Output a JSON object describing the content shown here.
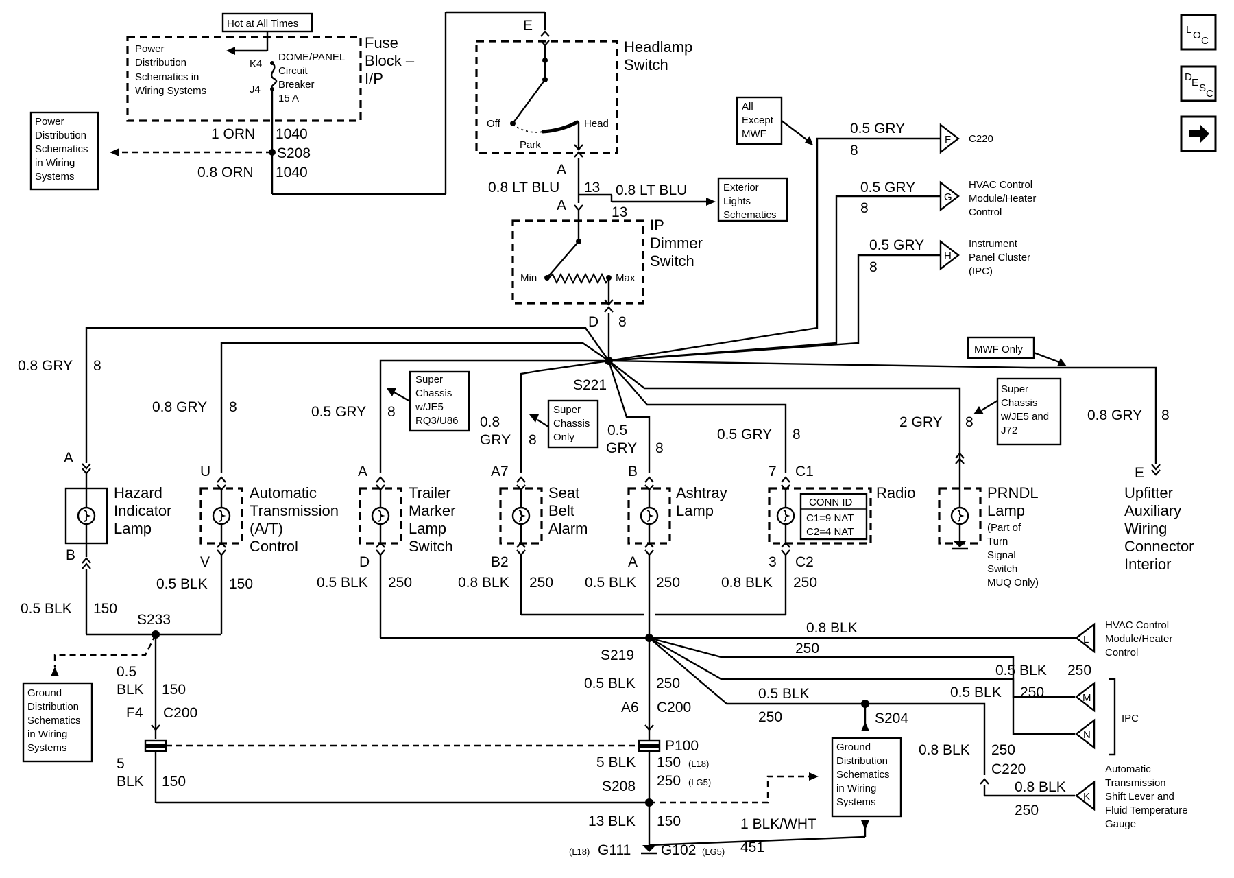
{
  "nav": {
    "loc_label": "LOC",
    "desc_label": "DESC",
    "next_icon": "arrow-right-icon"
  },
  "fuse_block": {
    "hot_label": "Hot at All Times",
    "power_dist_ref": [
      "Power",
      "Distribution",
      "Schematics in",
      "Wiring Systems"
    ],
    "pins": [
      "K4",
      "J4"
    ],
    "breaker": [
      "DOME/PANEL",
      "Circuit",
      "Breaker",
      "15 A"
    ],
    "title": [
      "Fuse",
      "Block –",
      "I/P"
    ]
  },
  "power_ref_left": [
    "Power",
    "Distribution",
    "Schematics",
    "in Wiring",
    "Systems"
  ],
  "splice_s208_top": {
    "name": "S208",
    "wire_in": "1 ORN",
    "wire_in_circuit": "1040",
    "wire_out": "0.8 ORN",
    "wire_out_circuit": "1040"
  },
  "headlamp_switch": {
    "connector": "E",
    "title": [
      "Headlamp",
      "Switch"
    ],
    "positions": [
      "Off",
      "Park",
      "Head"
    ],
    "out_pin": "A",
    "out_wire": "0.8 LT BLU",
    "out_circuit": "13",
    "branch_wire": "0.8 LT BLU",
    "branch_circuit": "13",
    "in_pin": "A",
    "ext_ref": [
      "Exterior",
      "Lights",
      "Schematics"
    ]
  },
  "ip_dimmer": {
    "title": [
      "IP",
      "Dimmer",
      "Switch"
    ],
    "positions": [
      "Min",
      "Max"
    ],
    "out_pin": "D",
    "out_circuit": "8"
  },
  "all_except": [
    "All",
    "Except",
    "MWF"
  ],
  "right_outputs": [
    {
      "wire": "0.5 GRY",
      "circuit": "8",
      "conn": "F",
      "label": [
        "C220"
      ]
    },
    {
      "wire": "0.5 GRY",
      "circuit": "8",
      "conn": "G",
      "label": [
        "HVAC Control",
        "Module/Heater",
        "Control"
      ]
    },
    {
      "wire": "0.5 GRY",
      "circuit": "8",
      "conn": "H",
      "label": [
        "Instrument",
        "Panel Cluster",
        "(IPC)"
      ]
    }
  ],
  "splice_s221": "S221",
  "mwf_only": "MWF Only",
  "notes": {
    "trailer": [
      "Super",
      "Chassis",
      "w/JE5",
      "RQ3/U86"
    ],
    "seat": [
      "Super",
      "Chassis",
      "Only"
    ],
    "prndl": [
      "Super",
      "Chassis",
      "w/JE5 and",
      "J72"
    ]
  },
  "loads": [
    {
      "key": "hazard",
      "wire_top": "0.8 GRY",
      "circ_top": "8",
      "pin_top": "A",
      "title": [
        "Hazard",
        "Indicator",
        "Lamp"
      ],
      "pin_bot": "B"
    },
    {
      "key": "at",
      "wire_top": "0.8 GRY",
      "circ_top": "8",
      "pin_top": "U",
      "title": [
        "Automatic",
        "Transmission",
        "(A/T)",
        "Control"
      ],
      "pin_bot": "V"
    },
    {
      "key": "trailer",
      "wire_top": "0.5 GRY",
      "circ_top": "8",
      "pin_top": "A",
      "title": [
        "Trailer",
        "Marker",
        "Lamp",
        "Switch"
      ],
      "pin_bot": "D"
    },
    {
      "key": "seat",
      "wire_top": [
        "0.8",
        "GRY"
      ],
      "circ_top": "8",
      "pin_top": "A7",
      "title": [
        "Seat",
        "Belt",
        "Alarm"
      ],
      "pin_bot": "B2"
    },
    {
      "key": "ashtray",
      "wire_top": [
        "0.5",
        "GRY"
      ],
      "circ_top": "8",
      "pin_top": "B",
      "title": [
        "Ashtray",
        "Lamp"
      ],
      "pin_bot": "A"
    },
    {
      "key": "radio",
      "wire_top": "0.5 GRY",
      "circ_top": "8",
      "pin_top": "7",
      "conn_top": "C1",
      "title": [
        "Radio"
      ],
      "pin_bot": "3",
      "conn_bot": "C2",
      "conn_id": [
        "CONN ID",
        "C1=9 NAT",
        "C2=4 NAT"
      ]
    },
    {
      "key": "prndl",
      "wire_top": "2 GRY",
      "circ_top": "8",
      "title": [
        "PRNDL",
        "Lamp"
      ],
      "subtitle": [
        "(Part of",
        "Turn",
        "Signal",
        "Switch",
        "MUQ Only)"
      ]
    },
    {
      "key": "upfitter",
      "wire_top": "0.8 GRY",
      "circ_top": "8",
      "pin_top": "E",
      "title": [
        "Upfitter",
        "Auxiliary",
        "Wiring",
        "Connector",
        "Interior"
      ]
    }
  ],
  "grounds_lower": {
    "hazard_out": {
      "wire": "0.5 BLK",
      "circuit": "150"
    },
    "at_out": {
      "wire": "0.5 BLK",
      "circuit": "150"
    },
    "s233": "S233",
    "s233_down": {
      "wire": [
        "0.5",
        "BLK"
      ],
      "circuit": "150",
      "pin": "F4",
      "conn": "C200"
    },
    "trailer_out": {
      "wire": "0.5 BLK",
      "circuit": "250"
    },
    "seat_out": {
      "wire": "0.8 BLK",
      "circuit": "250"
    },
    "ashtray_out": {
      "wire": "0.5 BLK",
      "circuit": "250"
    },
    "radio_out": {
      "wire": "0.8 BLK",
      "circuit": "250"
    },
    "s219": "S219",
    "s219_down": {
      "wire": "0.5 BLK",
      "circuit": "250",
      "pin": "A6",
      "conn": "C200"
    },
    "p100": "P100",
    "after_p100_left": {
      "wire": [
        "5",
        "BLK"
      ],
      "circuit": "150"
    },
    "after_p100_center": {
      "wire": "5 BLK",
      "circuit_a": "150",
      "note_a": "(L18)",
      "circuit_b": "250",
      "note_b": "(LG5)"
    },
    "s208": "S208",
    "to_ground": {
      "wire": "13 BLK",
      "circuit": "150"
    },
    "g111": "G111",
    "g111_note": "(L18)",
    "g102": "G102",
    "g102_note": "(LG5)",
    "blk_wht": {
      "wire": "1 BLK/WHT",
      "circuit": "451"
    },
    "s204": "S204",
    "ground_ref": [
      "Ground",
      "Distribution",
      "Schematics",
      "in Wiring",
      "Systems"
    ]
  },
  "right_grounds": {
    "hvac": {
      "wire": "0.8 BLK",
      "circuit": "250",
      "conn": "L",
      "label": [
        "HVAC Control",
        "Module/Heater",
        "Control"
      ]
    },
    "ipc_m": {
      "wire": "0.5 BLK",
      "circuit": "250",
      "conn": "M"
    },
    "ipc_n": {
      "wire": "0.5 BLK",
      "circuit": "250",
      "conn": "N"
    },
    "ipc_label": "IPC",
    "s204_branch": {
      "wire": "0.5 BLK",
      "circuit": "250"
    },
    "trans": {
      "wire": "0.8 BLK",
      "circuit": "250",
      "conn_c220": "C220",
      "wire2": "0.8 BLK",
      "circuit2": "250",
      "conn": "K",
      "label": [
        "Automatic",
        "Transmission",
        "Shift Lever and",
        "Fluid Temperature",
        "Gauge"
      ]
    }
  }
}
